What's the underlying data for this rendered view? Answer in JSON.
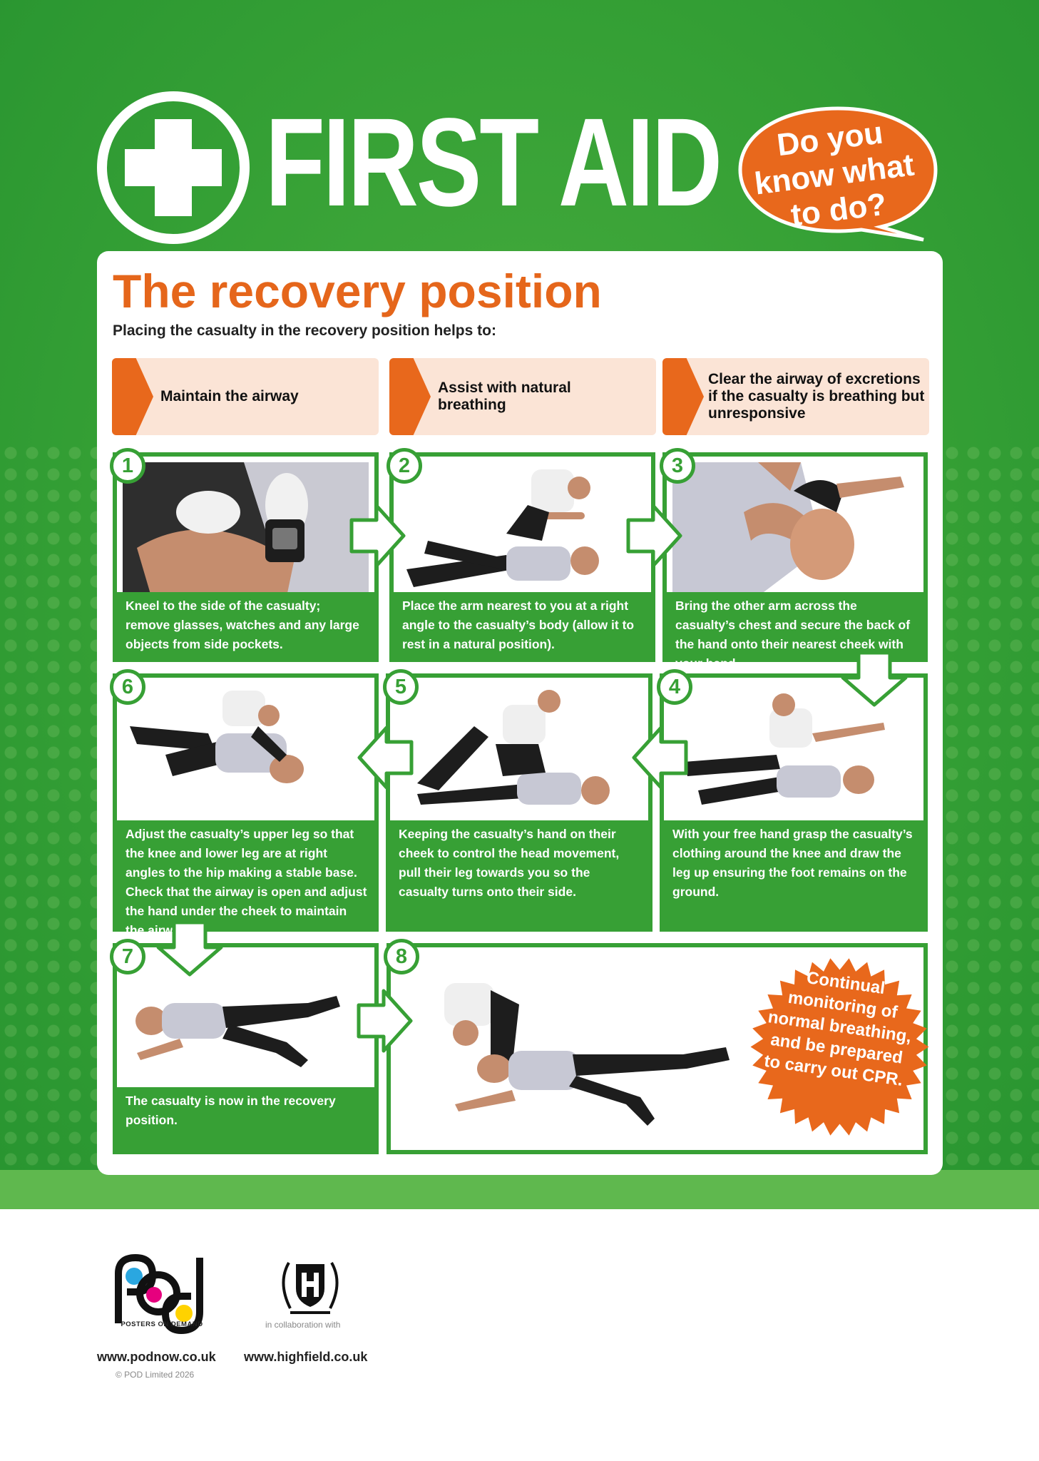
{
  "header": {
    "title": "FIRST AID",
    "bubble": "Do you know what to do?"
  },
  "section": {
    "title": "The recovery position",
    "intro": "Placing the casualty in the recovery position helps to:"
  },
  "benefits": [
    {
      "label": "Maintain the airway"
    },
    {
      "label": "Assist with natural breathing"
    },
    {
      "label": "Clear the airway of excretions if the casualty is breathing but unresponsive"
    }
  ],
  "steps": [
    {
      "number": "1",
      "text": "Kneel to the side of the casualty; remove glasses, watches and any large objects from side pockets."
    },
    {
      "number": "2",
      "text": "Place the arm nearest to you at a right angle to the casualty’s body (allow it to rest in a natural position)."
    },
    {
      "number": "3",
      "text": "Bring the other arm across the casualty’s chest and secure the back of the hand onto their nearest cheek with your hand."
    },
    {
      "number": "4",
      "text": "With your free hand grasp the casualty’s clothing around the knee and draw the leg up ensuring the foot remains on the ground."
    },
    {
      "number": "5",
      "text": "Keeping the casualty’s hand on their cheek to control the head movement, pull their leg towards you so the casualty turns onto their side."
    },
    {
      "number": "6",
      "text": "Adjust the casualty’s upper leg so that the knee and lower leg are at right angles to the hip making a stable base. Check that the airway is open and adjust the hand under the cheek to maintain the airway."
    },
    {
      "number": "7",
      "text": "The casualty is now in the recovery position."
    },
    {
      "number": "8",
      "text": ""
    }
  ],
  "burst": "Continual monitoring of normal breathing, and be prepared to carry out CPR.",
  "footer": {
    "pod_tagline": "POSTERS ON DEMAND",
    "collab": "in collaboration with",
    "pod_url": "www.podnow.co.uk",
    "highfield_url": "www.highfield.co.uk",
    "copyright": "© POD Limited 2026"
  },
  "colors": {
    "green": "#37a035",
    "orange": "#e8681c",
    "peach": "#fbe4d6"
  },
  "icons": [
    "first-aid-cross-icon",
    "speech-bubble-icon",
    "right-arrow-icon",
    "down-arrow-icon",
    "left-arrow-icon",
    "starburst-icon",
    "pod-logo",
    "highfield-logo"
  ]
}
